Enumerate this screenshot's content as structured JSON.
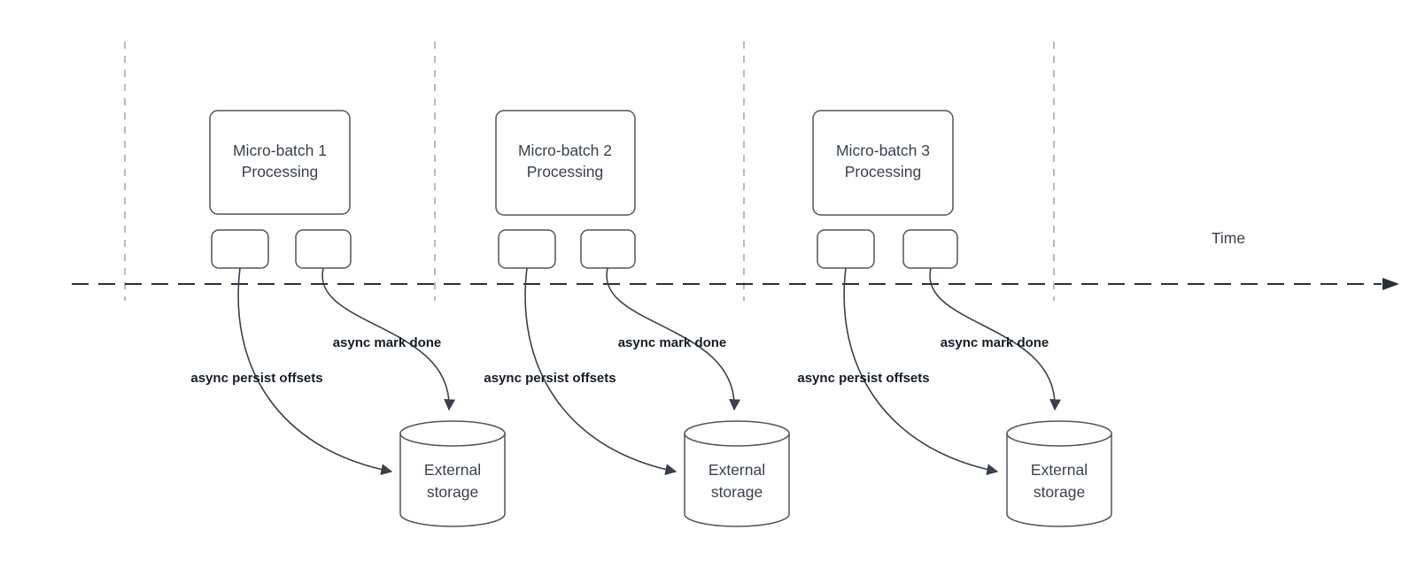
{
  "diagram": {
    "time_label": "Time",
    "groups": [
      {
        "box_line1": "Micro-batch 1",
        "box_line2": "Processing",
        "persist_label": "async persist offsets",
        "done_label": "async mark done",
        "storage_line1": "External",
        "storage_line2": "storage"
      },
      {
        "box_line1": "Micro-batch 2",
        "box_line2": "Processing",
        "persist_label": "async persist offsets",
        "done_label": "async mark done",
        "storage_line1": "External",
        "storage_line2": "storage"
      },
      {
        "box_line1": "Micro-batch 3",
        "box_line2": "Processing",
        "persist_label": "async persist offsets",
        "done_label": "async mark done",
        "storage_line1": "External",
        "storage_line2": "storage"
      }
    ],
    "colors": {
      "background": "#ffffff",
      "shape_stroke": "#4d5560",
      "connector_stroke": "#39404d",
      "shape_text": "#39414e",
      "edge_label_text": "#151c26",
      "guide_line": "#a8a8a8",
      "axis_line": "#2a303a"
    }
  }
}
